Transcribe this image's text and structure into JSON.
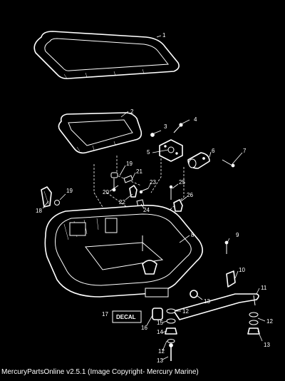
{
  "callouts": {
    "c1": "1",
    "c2": "2",
    "c3": "3",
    "c4": "4",
    "c5": "5",
    "c6": "6",
    "c7": "7",
    "c8": "8",
    "c9": "9",
    "c10": "10",
    "c11": "11",
    "c12a": "12",
    "c12b": "12",
    "c12c": "12",
    "c13a": "13",
    "c13b": "13",
    "c13c": "13",
    "c14": "14",
    "c15": "15",
    "c16": "16",
    "c17": "17",
    "c18": "18",
    "c19a": "19",
    "c19b": "19",
    "c20": "20",
    "c21": "21",
    "c22": "22",
    "c23": "23",
    "c24": "24",
    "c25": "25",
    "c26": "26"
  },
  "decal_label": "DECAL",
  "footer_text": "MercuryPartsOnline v2.5.1 (Image Copyright- Mercury Marine)"
}
